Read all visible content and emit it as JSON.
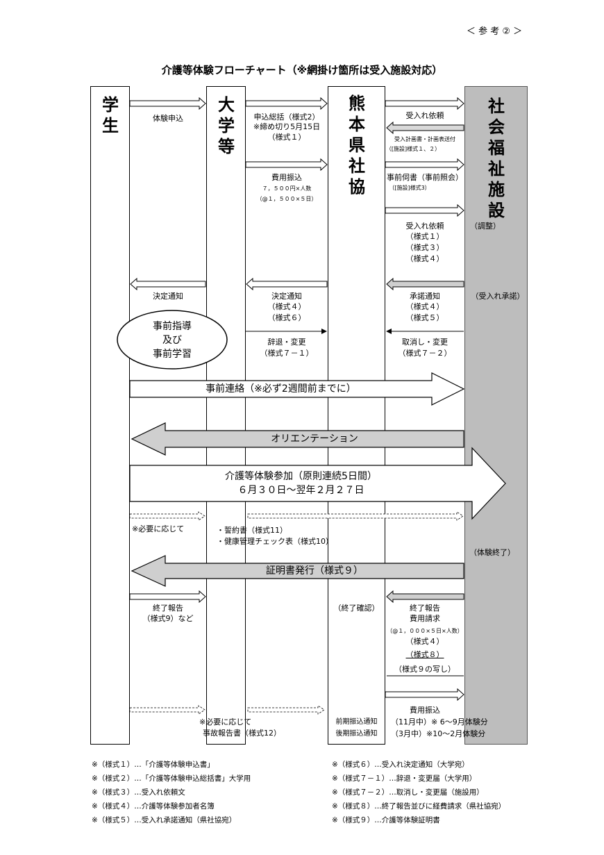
{
  "ref": "＜ 参 考 ② ＞",
  "title": "介護等体験フローチャート（※網掛け箇所は受入施設対応）",
  "columns": {
    "student": "学生",
    "university": "大学等",
    "kenshakyo": "熊本県社協",
    "facility": "社会福祉施設"
  },
  "labels": {
    "taiken_moushikomi": "体験申込",
    "moushikomi_soukatsu": "申込総括（様式2）",
    "shimekiri": "※締め切り5月15日",
    "yoshiki1": "（様式１）",
    "hiyou_furikomi": "費用振込",
    "hiyou_amount": "７，５００円×人数",
    "hiyou_detail": "（@１，５００×５日）",
    "ukeire_irai": "受入れ依頼",
    "keikakusho_soufu": "受入計画書・計画表送付",
    "shisetsu_yoshiki12": "（[施設]様式１、２）",
    "jizen_ukagai": "事前伺書（事前照会）",
    "shisetsu_yoshiki3": "（[施設]様式3）",
    "ukeire_irai2": "受入れ依頼",
    "y1": "（様式１）",
    "y3": "（様式３）",
    "y4": "（様式４）",
    "chousei": "（調整）",
    "kettei_tsuchi_student": "決定通知",
    "kettei_tsuchi_univ": "決定通知",
    "kettei_y4": "（様式４）",
    "kettei_y6": "（様式６）",
    "shoudaku_tsuchi": "承諾通知",
    "shoudaku_y4": "（様式４）",
    "shoudaku_y5": "（様式５）",
    "ukeire_shoudaku": "（受入れ承諾）",
    "jizen_shidou_1": "事前指導",
    "jizen_shidou_2": "及び",
    "jizen_shidou_3": "事前学習",
    "jitai_henkou": "辞退・変更",
    "jitai_y71": "（様式７－１）",
    "torikeshi_henkou": "取消し・変更",
    "torikeshi_y72": "（様式７－２）",
    "jizen_renraku": "事前連絡（※必ず2週間前までに）",
    "orientation": "オリエンテーション",
    "sanka_1": "介護等体験参加（原則連続5日間）",
    "sanka_2": "６月３０日～翌年２月２７日",
    "hitsuyou_ni_oujite": "※必要に応じて",
    "seiyakusho": "・誓約書（様式11）",
    "kenkou_check": "・健康管理チェック表（様式10）",
    "taiken_shuuryou": "（体験終了）",
    "shoumeisho": "証明書発行（様式９）",
    "shuuryou_houkoku": "終了報告",
    "shuuryou_y9": "（様式9）など",
    "shuuryou_kakunin": "（終了確認）",
    "shuuryou_houkoku2": "終了報告",
    "hiyou_seikyuu": "費用請求",
    "seikyuu_detail": "（@１，０００×５日×人数）",
    "seikyuu_y4": "（様式４）",
    "seikyuu_y8": "（様式８）",
    "seikyuu_y9copy": "（様式９の写し）",
    "hitsuyou2": "※必要に応じて",
    "jiko_houkoku": "事故報告書（様式12）",
    "zenki": "前期振込通知",
    "kouki": "後期振込通知",
    "hiyou_furikomi2": "費用振込",
    "nov": "（11月中）※ 6～9月体験分",
    "mar": "（3月中）※10～2月体験分"
  },
  "footnotes_left": [
    "※（様式１）…「介護等体験申込書」",
    "※（様式２）…「介護等体験申込総括書」大学用",
    "※（様式３）…受入れ依頼文",
    "※（様式４）…介護等体験参加者名簿",
    "※（様式５）…受入れ承諾通知（県社協宛）"
  ],
  "footnotes_right": [
    "※（様式６）…受入れ決定通知（大学宛）",
    "※（様式７－１）…辞退・変更届（大学用）",
    "※（様式７－２）…取消し・変更届（施設用）",
    "※（様式８）…終了報告並びに経費請求（県社協宛）",
    "※（様式９）…介護等体験証明書"
  ],
  "colors": {
    "facility_shade": "#bdbdbd",
    "arrow_shade": "#cfcfcf"
  }
}
